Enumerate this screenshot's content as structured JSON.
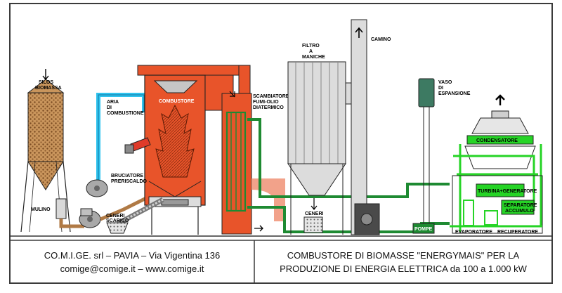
{
  "labels": {
    "silos": [
      "SILOS",
      "BIOMASSA"
    ],
    "mulino": "MULINO",
    "aria": [
      "ARIA",
      "DI",
      "COMBUSTIONE"
    ],
    "bruciatore": [
      "BRUCIATORE",
      "PRERISCALDO"
    ],
    "combustore": "COMBUSTORE",
    "ceneri_left": [
      "CENERI",
      "SCARICO"
    ],
    "scambiatore": [
      "SCAMBIATORE",
      "FUMI-OLIO",
      "DIATERMICO"
    ],
    "filtro": [
      "FILTRO",
      "A",
      "MANICHE"
    ],
    "camino": "CAMINO",
    "vaso": [
      "VASO",
      "DI",
      "ESPANSIONE"
    ],
    "condensatore": "CONDENSATORE",
    "turbina": "TURBINA+GENERATORE",
    "separatore": [
      "SEPARATORE",
      "ACCUMULO"
    ],
    "evaporatore": "EVAPORATORE",
    "recuperatore": "RECUPERATORE",
    "pompe": "POMPE",
    "ceneri_filter": "CENERI"
  },
  "footer": {
    "company_line1": "CO.M.I.GE. srl  –  PAVIA  –  Via Vigentina 136",
    "company_line2": "comige@comige.it  –  www.comige.it",
    "title_line1": "COMBUSTORE DI BIOMASSE \"ENERGYMAIS\" PER LA",
    "title_line2": "PRODUZIONE DI ENERGIA ELETTRICA da 100 a 1.000 kW"
  },
  "colors": {
    "background": "#ffffff",
    "frame": "#3b3b3b",
    "combustor": "#e8542a",
    "air_duct": "#30c3ee",
    "oil_pipe": "#1e8a32",
    "orc_circuit": "#26d426",
    "flue_duct": "#f2a28a",
    "biomass": "#b07a45"
  }
}
